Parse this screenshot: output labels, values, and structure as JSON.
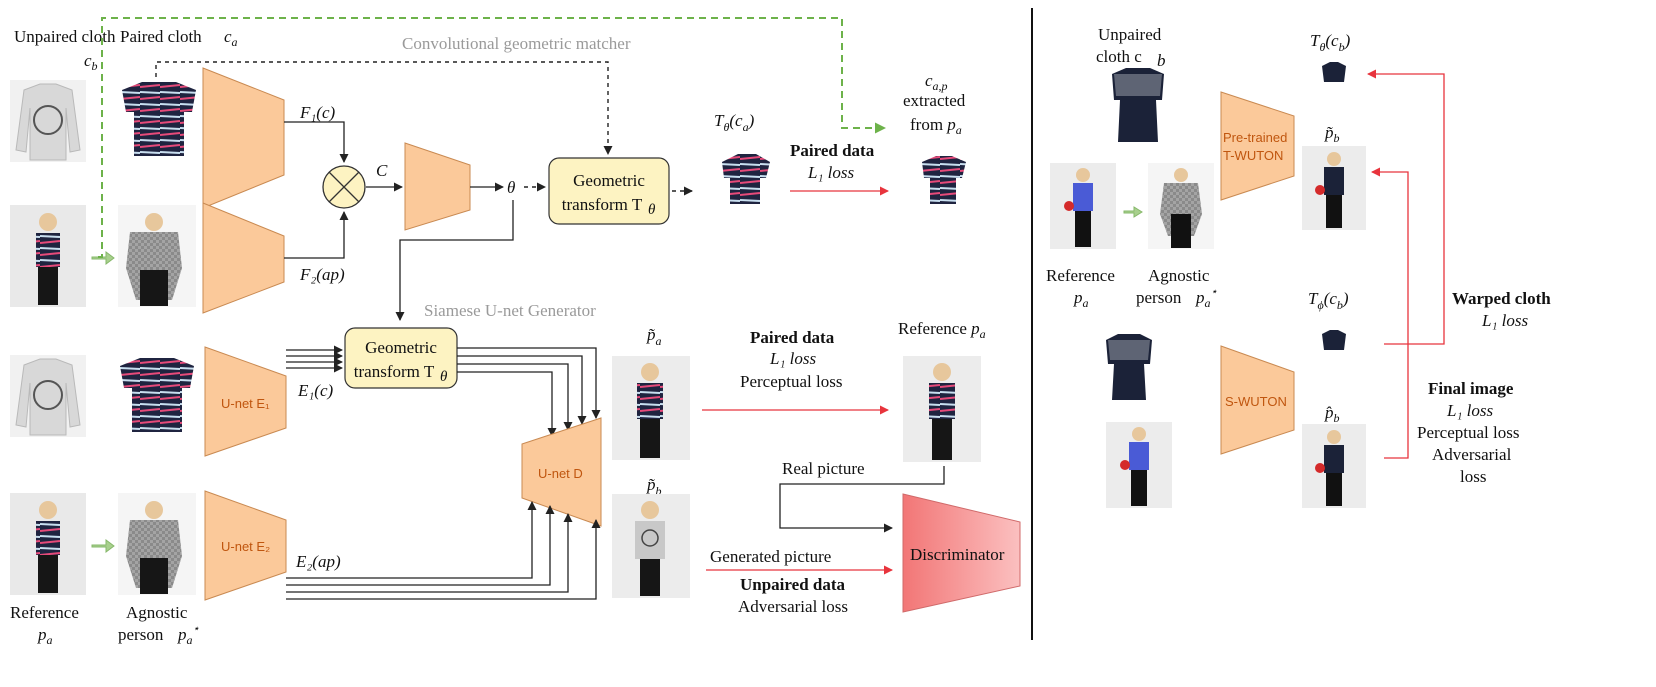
{
  "left_panel": {
    "unpaired_cloth": "Unpaired cloth",
    "paired_cloth": "Paired cloth",
    "conv_matcher": "Convolutional geometric matcher",
    "F1": "F₁(c)",
    "F2": "F₂(ap)",
    "C": "C",
    "theta": "θ",
    "geo_transform_1": "Geometric",
    "geo_transform_2": "transform T",
    "T_theta_ca": "T(c)",
    "paired_data": "Paired data",
    "l1_loss": "L₁ loss",
    "extracted_1": "c",
    "extracted_2": "extracted",
    "extracted_3": "from p",
    "siamese": "Siamese U-net Generator",
    "unet_e1": "U-net E₁",
    "unet_e2": "U-net E₂",
    "unet_d": "U-net D",
    "E1": "E₁(c)",
    "E2": "E₂(ap)",
    "p_tilde_a": "p̃",
    "p_tilde_b": "p̃",
    "paired_data_2": "Paired data",
    "l1_loss_2": "L₁ loss",
    "perceptual_loss": "Perceptual loss",
    "reference_pa": "Reference p",
    "real_picture": "Real picture",
    "generated_picture": "Generated picture",
    "unpaired_data": "Unpaired data",
    "adversarial_loss": "Adversarial loss",
    "discriminator": "Discriminator",
    "reference": "Reference",
    "agnostic_person": "Agnostic",
    "person": "person"
  },
  "right_panel": {
    "unpaired_cloth": "Unpaired",
    "cloth_cb": "cloth c",
    "T_theta_cb": "T(c)",
    "pretrained": "Pre-trained",
    "twuton": "T-WUTON",
    "p_tilde_b": "p̃",
    "reference": "Reference",
    "agnostic": "Agnostic",
    "person": "person",
    "T_phi_cb": "T(c)",
    "swuton": "S-WUTON",
    "p_hat_b": "p̂",
    "warped_cloth": "Warped cloth",
    "l1_loss": "L₁ loss",
    "final_image": "Final image",
    "final_l1": "L₁ loss",
    "final_perceptual": "Perceptual loss",
    "final_adv1": "Adversarial",
    "final_adv2": "loss"
  },
  "colors": {
    "encoder_fill": "#fbc99a",
    "transform_fill": "#fdf3c2",
    "discriminator_fill": "#f58c8c",
    "loss_arrow": "#e8343d",
    "green_arrow": "#6db24a"
  }
}
